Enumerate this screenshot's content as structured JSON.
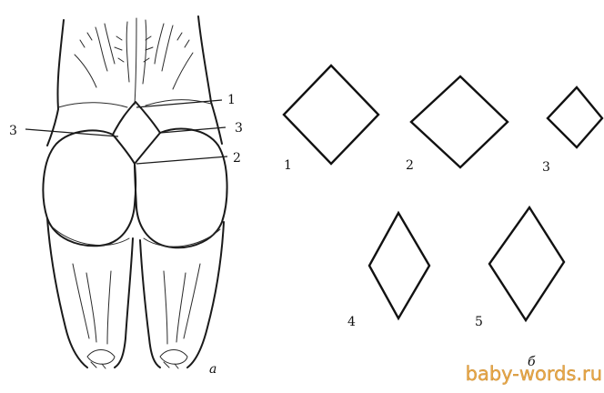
{
  "panel_a": {
    "label_top_right": "1",
    "label_left": "3",
    "label_right": "3",
    "label_bottom_right": "2",
    "sublabel": "а"
  },
  "panel_b": {
    "shapes": [
      {
        "label": "1"
      },
      {
        "label": "2"
      },
      {
        "label": "3"
      },
      {
        "label": "4"
      },
      {
        "label": "5"
      }
    ],
    "sublabel": "б"
  },
  "watermark": "baby-words.ru",
  "colors": {
    "ink": "#111111",
    "watermark": "#e8a849"
  }
}
